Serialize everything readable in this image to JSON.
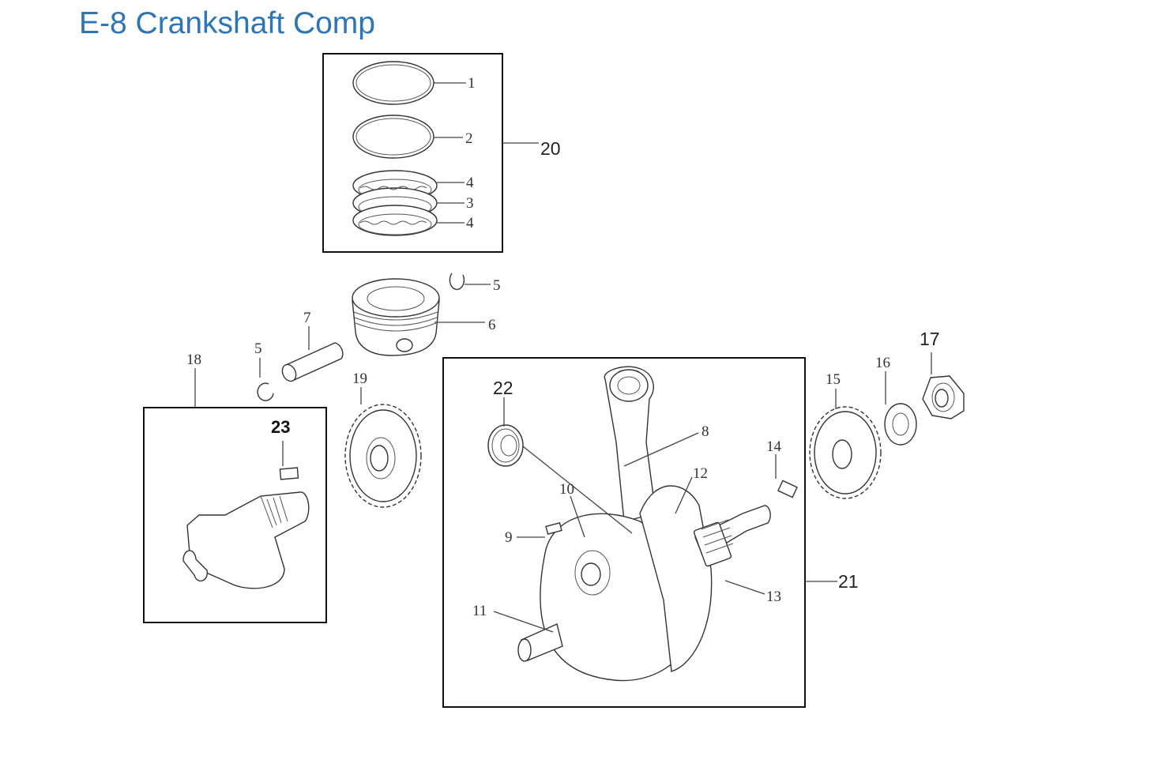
{
  "title": "E-8 Crankshaft Comp",
  "callouts": {
    "c1": "1",
    "c2": "2",
    "c3": "3",
    "c4a": "4",
    "c4b": "4",
    "c5a": "5",
    "c5b": "5",
    "c6": "6",
    "c7": "7",
    "c8": "8",
    "c9": "9",
    "c10": "10",
    "c11": "11",
    "c12": "12",
    "c13": "13",
    "c14": "14",
    "c15": "15",
    "c16": "16",
    "c17": "17",
    "c18": "18",
    "c19": "19",
    "c20": "20",
    "c21": "21",
    "c22": "22",
    "c23": "23"
  }
}
